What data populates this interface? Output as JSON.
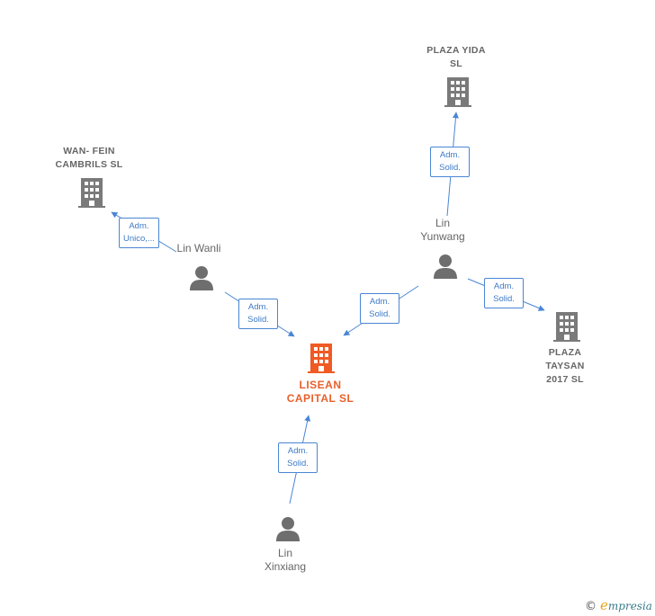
{
  "colors": {
    "company": "#7a7a7a",
    "main_company": "#f05a24",
    "person": "#6e6e6e",
    "edge": "#4a86d4",
    "label_text": "#666666"
  },
  "companies": {
    "plaza_yida": "PLAZA YIDA\nSL",
    "wan_fein": "WAN- FEIN\nCAMBRILS SL",
    "lisean": "LISEAN\nCAPITAL  SL",
    "plaza_taysan": "PLAZA\nTAYSAN\n2017  SL"
  },
  "persons": {
    "lin_wanli": "Lin Wanli",
    "lin_yunwang": "Lin\nYunwang",
    "lin_xinxiang": "Lin\nXinxiang"
  },
  "edges": {
    "yunwang_to_yida": "Adm.\nSolid.",
    "wanli_to_wanfein": "Adm.\nUnico,...",
    "wanli_to_lisean": "Adm.\nSolid.",
    "yunwang_to_lisean": "Adm.\nSolid.",
    "yunwang_to_taysan": "Adm.\nSolid.",
    "xinxiang_to_lisean": "Adm.\nSolid."
  },
  "brand": {
    "copyright": "©",
    "initial": "e",
    "name": "mpresia"
  }
}
